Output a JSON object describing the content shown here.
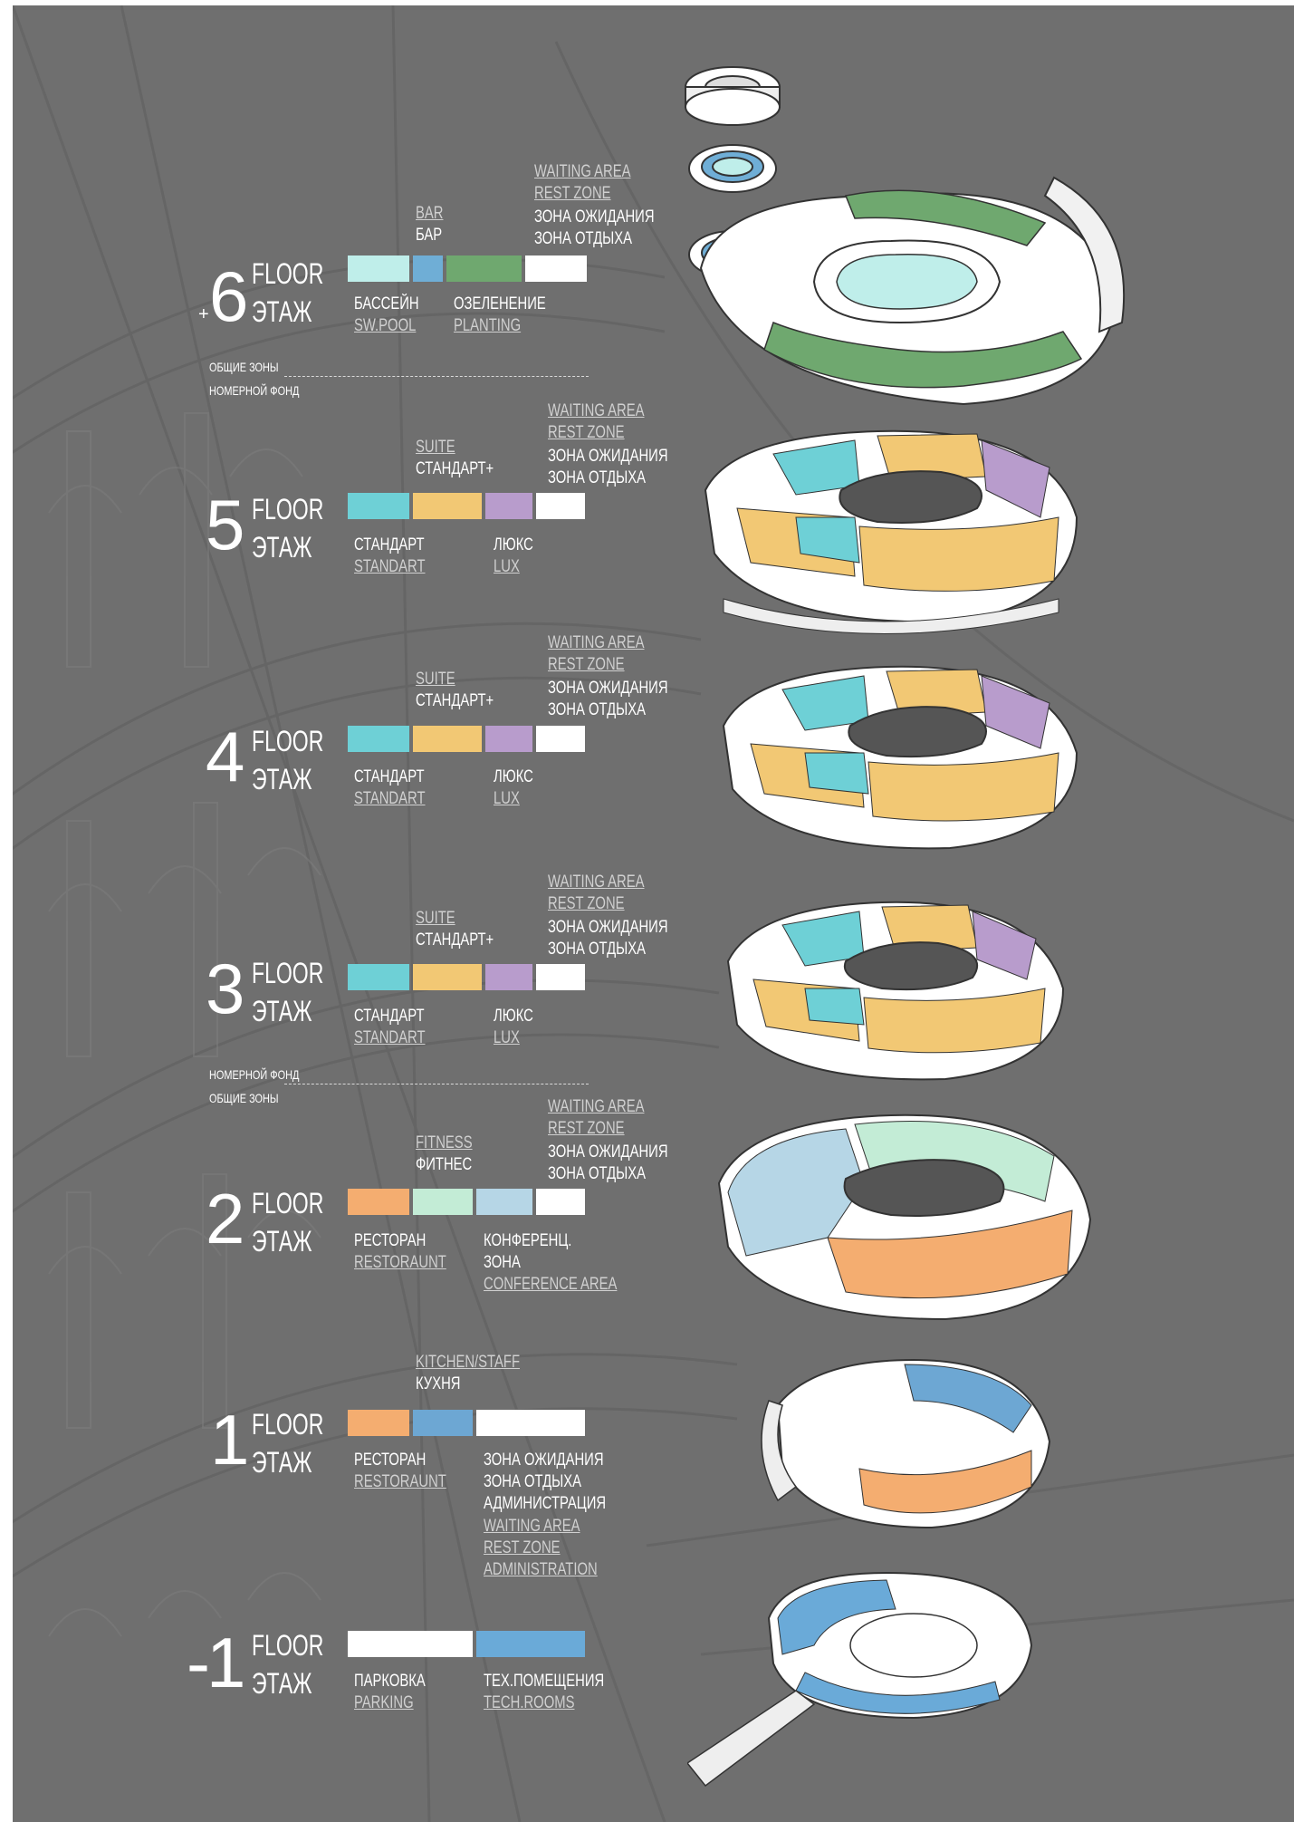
{
  "colors": {
    "background": "#6f6f6f",
    "sw_pool": "#bfeeea",
    "bar": "#6faed6",
    "planting": "#6fa86f",
    "white": "#ffffff",
    "standart": "#6ed0d6",
    "suite": "#f2c874",
    "lux": "#b89ccc",
    "restaurant": "#f4ad70",
    "fitness": "#c3ecd6",
    "conference": "#b6d6e6",
    "kitchen": "#6da7d3",
    "tech": "#6aaad8"
  },
  "separators": {
    "top": {
      "line1": "ОБЩИЕ ЗОНЫ",
      "line2": "НОМЕРНОЙ ФОНД"
    },
    "bottom": {
      "line1": "НОМЕРНОЙ ФОНД",
      "line2": "ОБЩИЕ ЗОНЫ"
    }
  },
  "floors": {
    "f6": {
      "plus": "+",
      "number": "6",
      "floor": "FLOOR",
      "etazh": "ЭТАЖ",
      "top_a": {
        "en": "BAR",
        "ru": "БАР"
      },
      "top_b": {
        "en1": "WAITING AREA",
        "en2": "REST ZONE",
        "ru1": "ЗОНА ОЖИДАНИЯ",
        "ru2": "ЗОНА ОТДЫХА"
      },
      "bottom_a": {
        "ru": "БАССЕЙН",
        "en": "SW.POOL"
      },
      "bottom_b": {
        "ru": "ОЗЕЛЕНЕНИЕ",
        "en": "PLANTING"
      }
    },
    "f5": {
      "number": "5",
      "floor": "FLOOR",
      "etazh": "ЭТАЖ",
      "top_a": {
        "en": "SUITE",
        "ru": "СТАНДАРТ+"
      },
      "top_b": {
        "en1": "WAITING AREA",
        "en2": "REST ZONE",
        "ru1": "ЗОНА ОЖИДАНИЯ",
        "ru2": "ЗОНА ОТДЫХА"
      },
      "bottom_a": {
        "ru": "СТАНДАРТ",
        "en": "STANDART"
      },
      "bottom_b": {
        "ru": "ЛЮКС",
        "en": "LUX"
      }
    },
    "f4": {
      "number": "4",
      "floor": "FLOOR",
      "etazh": "ЭТАЖ",
      "top_a": {
        "en": "SUITE",
        "ru": "СТАНДАРТ+"
      },
      "top_b": {
        "en1": "WAITING AREA",
        "en2": "REST ZONE",
        "ru1": "ЗОНА ОЖИДАНИЯ",
        "ru2": "ЗОНА ОТДЫХА"
      },
      "bottom_a": {
        "ru": "СТАНДАРТ",
        "en": "STANDART"
      },
      "bottom_b": {
        "ru": "ЛЮКС",
        "en": "LUX"
      }
    },
    "f3": {
      "number": "3",
      "floor": "FLOOR",
      "etazh": "ЭТАЖ",
      "top_a": {
        "en": "SUITE",
        "ru": "СТАНДАРТ+"
      },
      "top_b": {
        "en1": "WAITING AREA",
        "en2": "REST ZONE",
        "ru1": "ЗОНА ОЖИДАНИЯ",
        "ru2": "ЗОНА ОТДЫХА"
      },
      "bottom_a": {
        "ru": "СТАНДАРТ",
        "en": "STANDART"
      },
      "bottom_b": {
        "ru": "ЛЮКС",
        "en": "LUX"
      }
    },
    "f2": {
      "number": "2",
      "floor": "FLOOR",
      "etazh": "ЭТАЖ",
      "top_a": {
        "en": "FITNESS",
        "ru": "ФИТНЕС"
      },
      "top_b": {
        "en1": "WAITING AREA",
        "en2": "REST ZONE",
        "ru1": "ЗОНА ОЖИДАНИЯ",
        "ru2": "ЗОНА ОТДЫХА"
      },
      "bottom_a": {
        "ru": "РЕСТОРАН",
        "en": "RESTORAUNT"
      },
      "bottom_b": {
        "ru1": "КОНФЕРЕНЦ.",
        "ru2": "ЗОНА",
        "en": "CONFERENCE AREA"
      }
    },
    "f1": {
      "number": "1",
      "floor": "FLOOR",
      "etazh": "ЭТАЖ",
      "top_a": {
        "en": "KITCHEN/STAFF",
        "ru": "КУХНЯ"
      },
      "bottom_a": {
        "ru": "РЕСТОРАН",
        "en": "RESTORAUNT"
      },
      "bottom_b": {
        "ru1": "ЗОНА ОЖИДАНИЯ",
        "ru2": "ЗОНА ОТДЫХА",
        "ru3": "АДМИНИСТРАЦИЯ",
        "en1": "WAITING AREA",
        "en2": "REST ZONE",
        "en3": "ADMINISTRATION"
      }
    },
    "fm1": {
      "number": "-1",
      "floor": "FLOOR",
      "etazh": "ЭТАЖ",
      "bottom_a": {
        "ru": "ПАРКОВКА",
        "en": "PARKING"
      },
      "bottom_b": {
        "ru": "ТЕХ.ПОМЕЩЕНИЯ",
        "en": "TECH.ROOMS"
      }
    }
  }
}
